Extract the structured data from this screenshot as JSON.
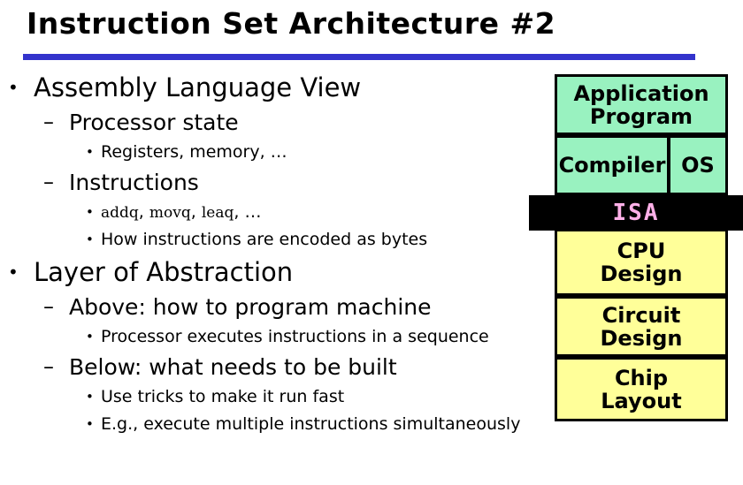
{
  "slide": {
    "title": "Instruction Set Architecture #2",
    "rule_color": "#3333cc"
  },
  "bullets": [
    {
      "level": 1,
      "mark": "•",
      "text": "Assembly Language View"
    },
    {
      "level": 2,
      "mark": "–",
      "text": "Processor state"
    },
    {
      "level": 3,
      "mark": "•",
      "text": "Registers, memory, …"
    },
    {
      "level": 2,
      "mark": "–",
      "text": "Instructions"
    },
    {
      "level": 3,
      "mark": "•",
      "text": "addq, movq, leaq, …",
      "code": true,
      "code_tokens": [
        "addq",
        "movq",
        "leaq"
      ],
      "code_tail": "…"
    },
    {
      "level": 3,
      "mark": "•",
      "text": "How instructions are encoded as bytes"
    },
    {
      "level": 1,
      "mark": "•",
      "text": "Layer of Abstraction"
    },
    {
      "level": 2,
      "mark": "–",
      "text": "Above: how to program machine"
    },
    {
      "level": 3,
      "mark": "•",
      "text": "Processor executes instructions in a sequence"
    },
    {
      "level": 2,
      "mark": "–",
      "text": "Below: what needs to be built"
    },
    {
      "level": 3,
      "mark": "•",
      "text": "Use tricks to make it run fast"
    },
    {
      "level": 3,
      "mark": "•",
      "text": "E.g., execute multiple instructions simultaneously"
    }
  ],
  "stack": {
    "application_line1": "Application",
    "application_line2": "Program",
    "compiler": "Compiler",
    "os": "OS",
    "isa": "ISA",
    "cpu_line1": "CPU",
    "cpu_line2": "Design",
    "circuit_line1": "Circuit",
    "circuit_line2": "Design",
    "chip_line1": "Chip",
    "chip_line2": "Layout",
    "colors": {
      "software_layer": "#99f2c0",
      "hardware_layer": "#ffff99",
      "isa_background": "#000000",
      "isa_text": "#ffb0e8",
      "border": "#000000"
    }
  }
}
